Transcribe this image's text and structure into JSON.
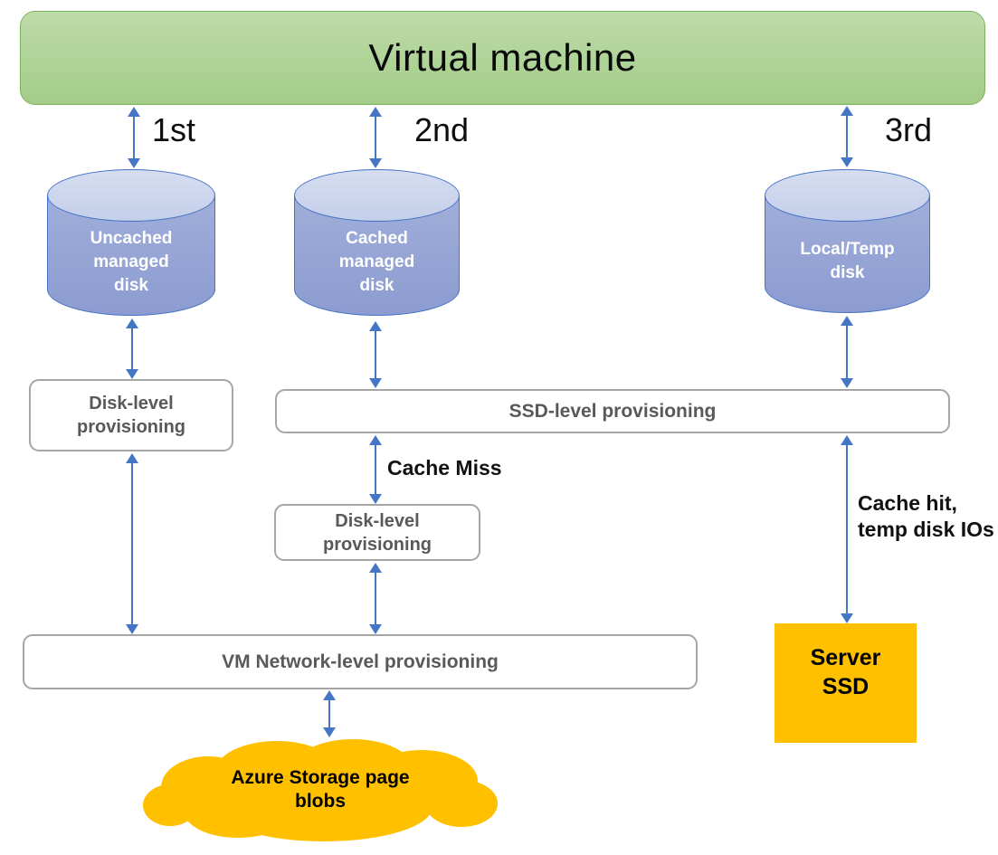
{
  "title": "Virtual machine",
  "colors": {
    "vm_green": "#a7cf8c",
    "vm_border_green": "#7cb25e",
    "arrow_blue": "#4576c6",
    "cylinder_body_blue": "#93a3d4",
    "cylinder_top_blue": "#ccd5ed",
    "cylinder_border_blue": "#4472c4",
    "box_border_gray": "#a6a6a6",
    "box_text_gray": "#595959",
    "orange": "#ffc000"
  },
  "rank_labels": [
    "1st",
    "2nd",
    "3rd"
  ],
  "disks": [
    {
      "label": "Uncached\nmanaged\ndisk"
    },
    {
      "label": "Cached\nmanaged\ndisk"
    },
    {
      "label": "Local/Temp\ndisk"
    }
  ],
  "boxes": {
    "disk_level_left": "Disk-level\nprovisioning",
    "ssd_level": "SSD-level provisioning",
    "disk_level_mid": "Disk-level\nprovisioning",
    "vm_network": "VM Network-level provisioning"
  },
  "annotations": {
    "cache_miss": "Cache Miss",
    "cache_hit": "Cache hit,\ntemp disk IOs"
  },
  "server_ssd_label": "Server\nSSD",
  "cloud_label": "Azure Storage page\nblobs"
}
